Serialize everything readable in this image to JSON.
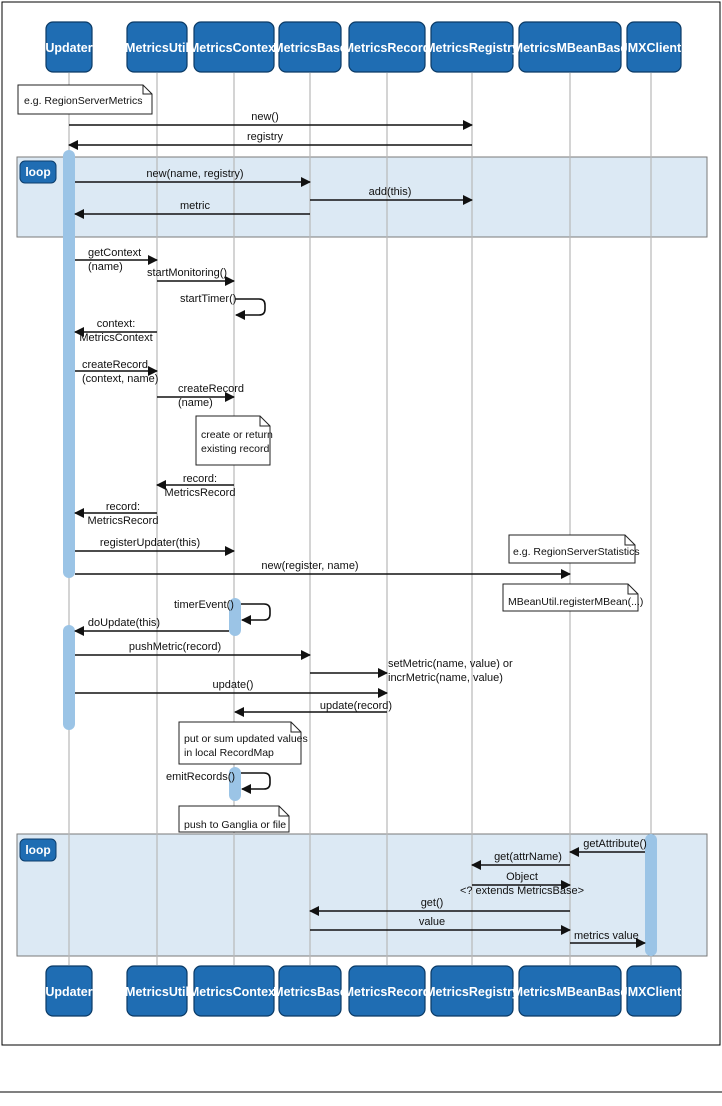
{
  "participants": [
    "Updater",
    "MetricsUtil",
    "MetricsContext",
    "MetricsBase",
    "MetricsRecord",
    "MetricsRegistry",
    "MetricsMBeanBase",
    "JMXClient"
  ],
  "fragments": {
    "loop1_label": "loop",
    "loop2_label": "loop"
  },
  "notes": {
    "n1": [
      "e.g. RegionServerMetrics"
    ],
    "n2": [
      "create or return",
      "existing record"
    ],
    "n3": [
      "e.g. RegionServerStatistics"
    ],
    "n4": [
      "MBeanUtil.registerMBean(...)"
    ],
    "n5": [
      "put or sum updated values",
      "in local RecordMap"
    ],
    "n6": [
      "push to Ganglia or file"
    ]
  },
  "messages": {
    "m1": [
      "new()"
    ],
    "m2": [
      "registry"
    ],
    "m3": [
      "new(name, registry)"
    ],
    "m4": [
      "add(this)"
    ],
    "m5": [
      "metric"
    ],
    "m6": [
      "getContext",
      "(name)"
    ],
    "m7": [
      "startMonitoring()"
    ],
    "m8": [
      "startTimer()"
    ],
    "m9": [
      "context:",
      "MetricsContext"
    ],
    "m10": [
      "createRecord",
      "(context, name)"
    ],
    "m11": [
      "createRecord",
      "(name)"
    ],
    "m12": [
      "record:",
      "MetricsRecord"
    ],
    "m13": [
      "record:",
      "MetricsRecord"
    ],
    "m14": [
      "registerUpdater(this)"
    ],
    "m15": [
      "new(register, name)"
    ],
    "m16": [
      "timerEvent()"
    ],
    "m17": [
      "doUpdate(this)"
    ],
    "m18": [
      "pushMetric(record)"
    ],
    "m19": [
      "setMetric(name, value) or",
      "incrMetric(name, value)"
    ],
    "m20": [
      "update()"
    ],
    "m21": [
      "update(record)"
    ],
    "m22": [
      "emitRecords()"
    ],
    "m23": [
      "getAttribute()"
    ],
    "m24": [
      "get(attrName)"
    ],
    "m25": [
      "Object",
      "<? extends MetricsBase>"
    ],
    "m26": [
      "get()"
    ],
    "m27": [
      "value"
    ],
    "m28": [
      "metrics value"
    ]
  }
}
